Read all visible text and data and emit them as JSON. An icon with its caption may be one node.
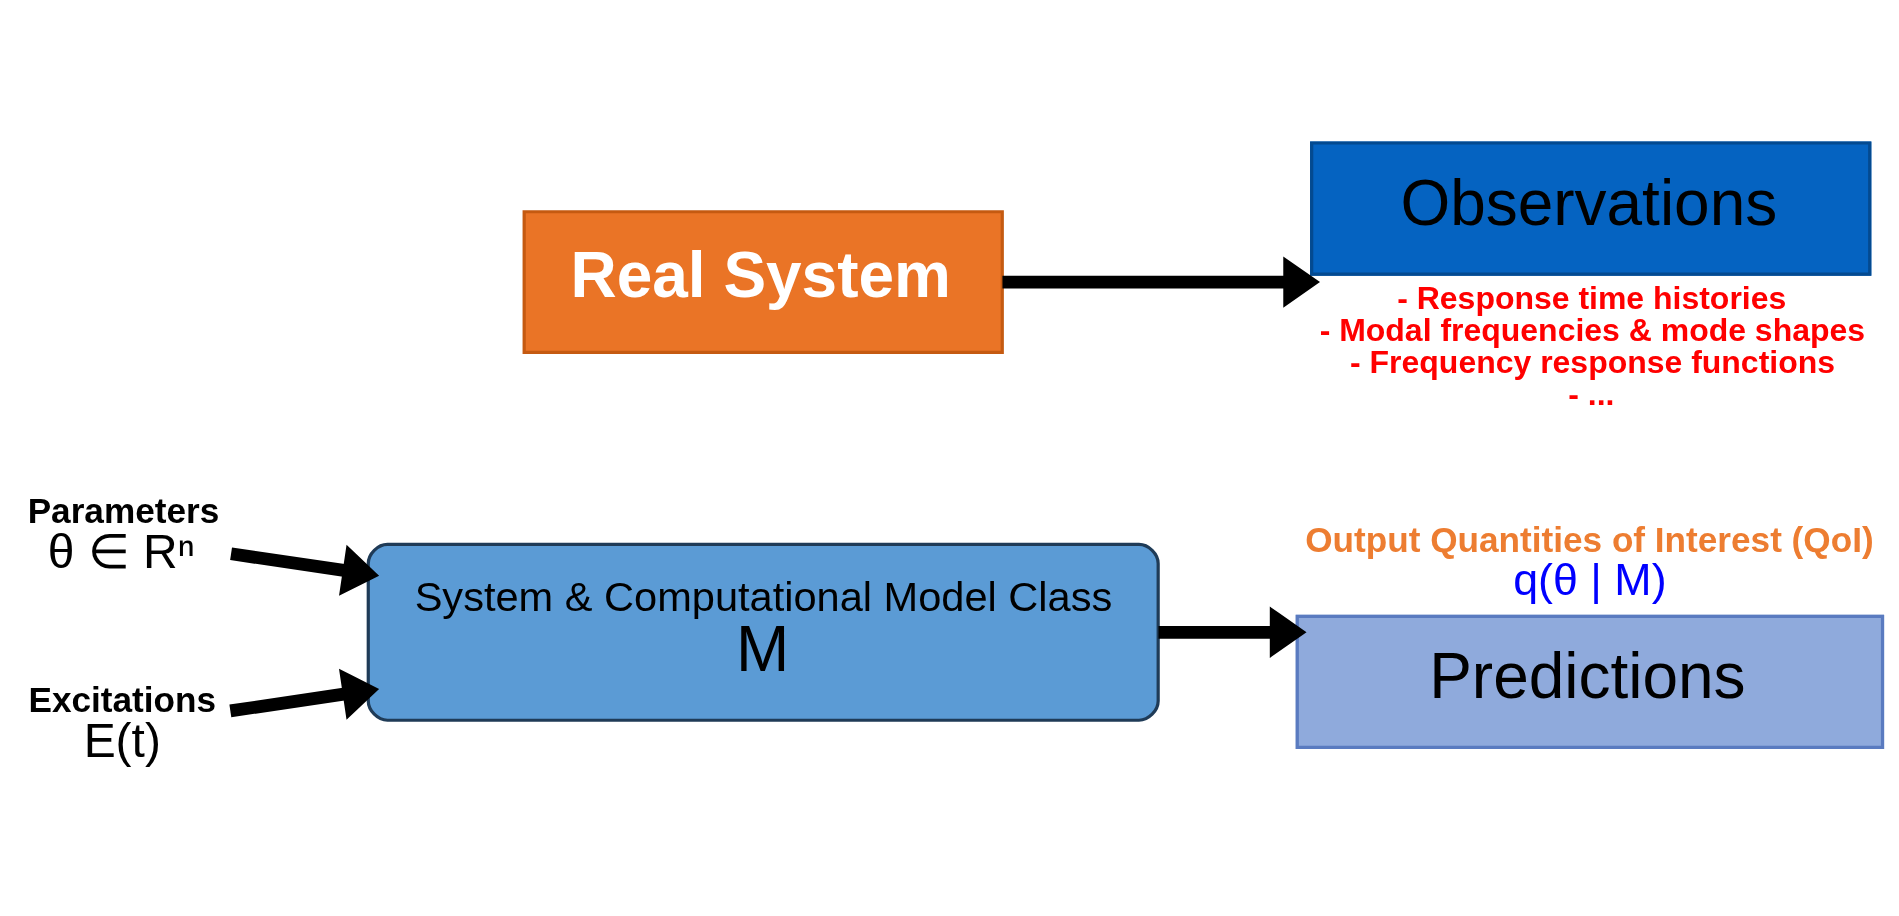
{
  "diagram": {
    "nodes": [
      {
        "text": [
          "Parameters",
          "θ ∈ Rⁿ"
        ]
      },
      {
        "text": [
          "Excitations",
          "E(t)"
        ]
      },
      {
        "text": [
          "System & Computational Model Class",
          "M"
        ]
      },
      {
        "text": [
          "Predictions"
        ],
        "beside": [
          "Output Quantities of Interest (QoI)",
          "q(θ | M)"
        ]
      },
      {
        "text": [
          "Real System"
        ]
      },
      {
        "text": [
          "Observations"
        ],
        "beside": [
          "- Response time histories",
          "- Modal frequencies & mode shapes",
          "- Frequency response functions",
          "- ..."
        ]
      }
    ],
    "edges": [
      {
        "from": 0,
        "to": 2,
        "arrow": "to"
      },
      {
        "from": 1,
        "to": 2,
        "arrow": "to"
      },
      {
        "from": 2,
        "to": 3,
        "arrow": "to"
      },
      {
        "from": 4,
        "to": 5,
        "arrow": "to"
      }
    ]
  }
}
